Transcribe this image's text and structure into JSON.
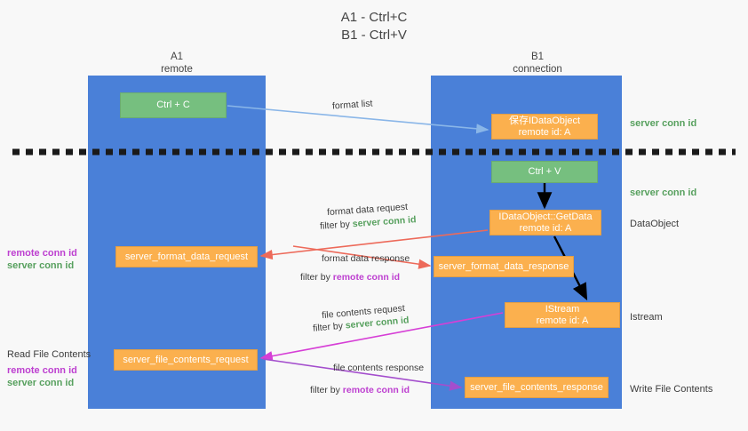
{
  "title": {
    "line1": "A1 - Ctrl+C",
    "line2": "B1 - Ctrl+V"
  },
  "lanes": [
    {
      "name": "A1",
      "sub": "remote"
    },
    {
      "name": "B1",
      "sub": "connection"
    }
  ],
  "boxes": {
    "ctrl_c": {
      "label": "Ctrl + C",
      "color": "#76bf7f"
    },
    "save_ido": {
      "l1": "保存IDataObject",
      "l2": "remote id: A",
      "color": "#fbb04e"
    },
    "ctrl_v": {
      "label": "Ctrl + V",
      "color": "#76bf7f"
    },
    "getdata": {
      "l1": "IDataObject::GetData",
      "l2": "remote id: A",
      "color": "#fbb04e"
    },
    "istream": {
      "l1": "IStream",
      "l2": "remote id: A",
      "color": "#fbb04e"
    },
    "sfd_request": {
      "label": "server_format_data_request",
      "color": "#fbb04e"
    },
    "sfd_response": {
      "label": "server_format_data_response",
      "color": "#fbb04e"
    },
    "sfc_request": {
      "label": "server_file_contents_request",
      "color": "#fbb04e"
    },
    "sfc_response": {
      "label": "server_file_contents_response",
      "color": "#fbb04e"
    }
  },
  "right_labels": {
    "server_conn_id_1": "server conn id",
    "server_conn_id_2": "server conn id",
    "dataobject": "DataObject",
    "istream": "Istream",
    "write_file_contents": "Write File Contents"
  },
  "left_labels": {
    "remote_conn_id_1": "remote conn id",
    "server_conn_id_1": "server conn id",
    "read_file_contents": "Read File Contents",
    "remote_conn_id_2": "remote conn id",
    "server_conn_id_2": "server conn id"
  },
  "flow_labels": {
    "format_list": "format list",
    "format_data_request": "format data request",
    "format_data_request_filter_prefix": "filter by ",
    "format_data_request_filter_key": "server conn id",
    "format_data_response": "format data response",
    "format_data_response_filter_prefix": "filter by ",
    "format_data_response_filter_key": "remote conn id",
    "file_contents_request": "file contents request",
    "file_contents_request_filter_prefix": "filter by ",
    "file_contents_request_filter_key": "server conn id",
    "file_contents_response": "file contents response",
    "file_contents_response_filter_prefix": "filter by ",
    "file_contents_response_filter_key": "remote conn id"
  },
  "colors": {
    "lane": "#4a80d8",
    "green_box": "#76bf7f",
    "orange_box": "#fbb04e",
    "green_text": "#57a05e",
    "purple_text": "#bd3fd0",
    "arrow_blue": "#8ab6e8",
    "arrow_red": "#ed6a5a",
    "arrow_magenta": "#d63fd6",
    "arrow_purple": "#a44ecd",
    "arrow_black": "#000000",
    "divider": "#1a1a1a",
    "background": "#f8f8f8"
  }
}
